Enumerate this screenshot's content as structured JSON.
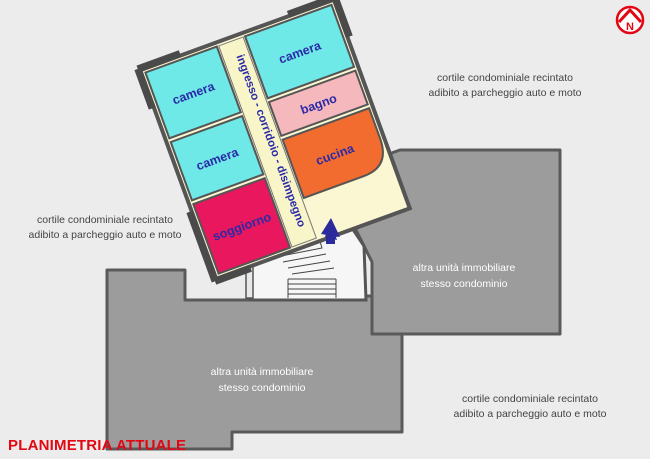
{
  "plan_title": "PLANIMETRIA ATTUALE",
  "rooms": {
    "camera_top_left": "camera",
    "camera_top_right": "camera",
    "camera_mid": "camera",
    "bagno": "bagno",
    "cucina": "cucina",
    "soggiorno": "soggiorno",
    "corridor": "ingresso - corridoio - disimpegno"
  },
  "other_units": {
    "right": {
      "line1": "altra unità immobiliare",
      "line2": "stesso condominio"
    },
    "bottom": {
      "line1": "altra unità immobiliare",
      "line2": "stesso condominio"
    }
  },
  "courtyards": {
    "top_right": {
      "line1": "cortile condominiale recintato",
      "line2": "adibito a parcheggio auto e moto"
    },
    "left": {
      "line1": "cortile condominiale recintato",
      "line2": "adibito a parcheggio auto e moto"
    },
    "bottom_right": {
      "line1": "cortile condominiale recintato",
      "line2": "adibito a parcheggio auto e moto"
    }
  },
  "logo": {
    "letter": "N",
    "color": "#e30613"
  },
  "colors": {
    "camera": "#6fe8e8",
    "bagno": "#f5b8bc",
    "cucina": "#f26b2f",
    "soggiorno": "#e8175e",
    "corridor": "#f8f5c8",
    "other_unit": "#9c9c9c",
    "wall": "#555555",
    "title": "#e30613",
    "arrow": "#2b2b9c"
  }
}
